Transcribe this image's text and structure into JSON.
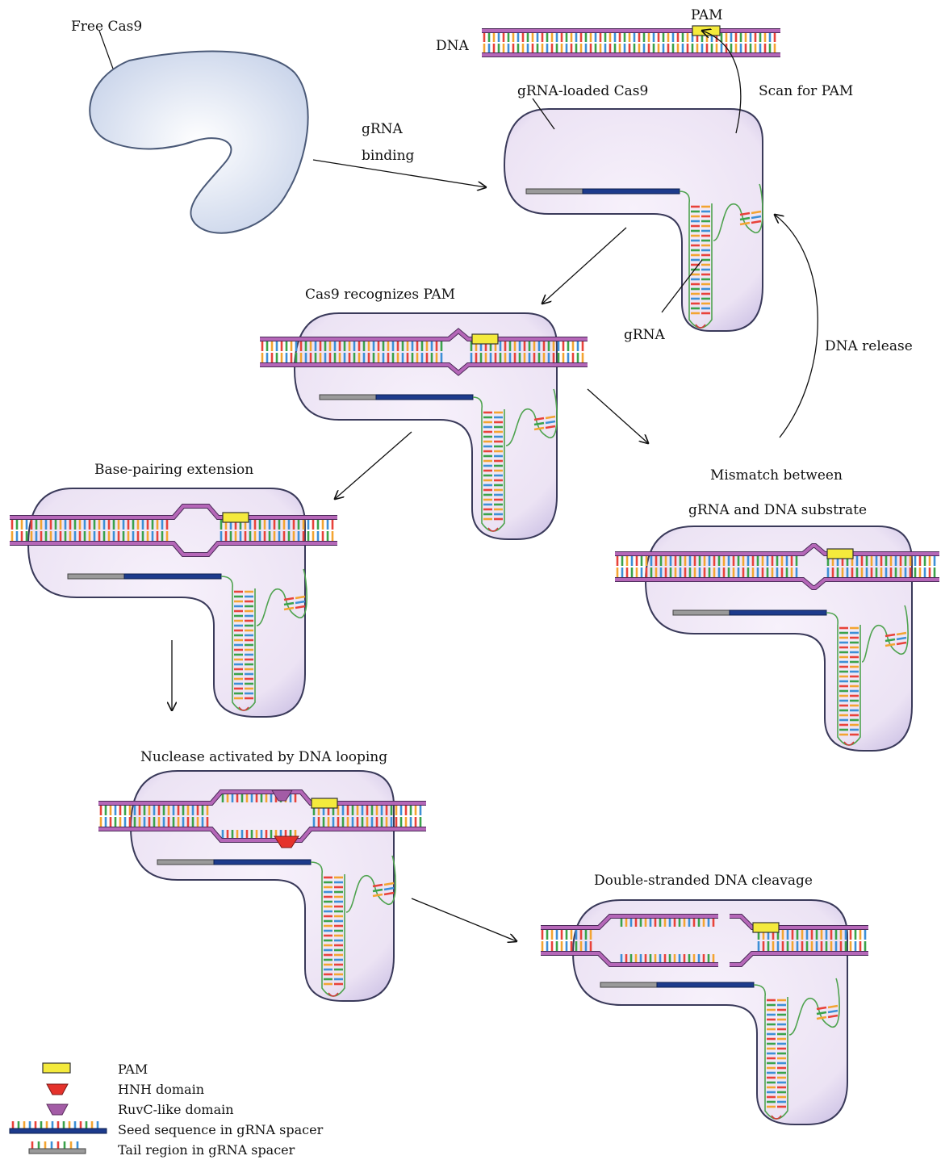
{
  "labels": {
    "free_cas9": "Free Cas9",
    "dna": "DNA",
    "pam": "PAM",
    "grna_binding_line1": "gRNA",
    "grna_binding_line2": "binding",
    "grna_loaded": "gRNA-loaded Cas9",
    "scan_for_pam": "Scan for PAM",
    "grna": "gRNA",
    "cas9_recognizes_pam": "Cas9 recognizes PAM",
    "dna_release": "DNA release",
    "base_pairing_extension": "Base-pairing extension",
    "mismatch_line1": "Mismatch between",
    "mismatch_line2": "gRNA and DNA substrate",
    "nuclease_activated": "Nuclease activated by DNA looping",
    "dsdna_cleavage": "Double-stranded DNA cleavage"
  },
  "legend": [
    {
      "symbol": "pam-box",
      "label": "PAM"
    },
    {
      "symbol": "hnh-domain",
      "label": "HNH domain"
    },
    {
      "symbol": "ruvc-domain",
      "label": "RuvC-like domain"
    },
    {
      "symbol": "seed-sequence",
      "label": "Seed sequence in gRNA spacer"
    },
    {
      "symbol": "tail-region",
      "label": "Tail region in gRNA spacer"
    }
  ],
  "colors": {
    "protein_fill": "#ede6f5",
    "protein_stroke": "#3a3a5a",
    "dna_strand": "#b567b8",
    "pam": "#f4ea3c",
    "hnh": "#e5322b",
    "ruvc": "#a35ca6",
    "seed": "#1d3b8c",
    "tail": "#9a9a9a",
    "base_colors": [
      "#e8423a",
      "#3aa24a",
      "#f3a431",
      "#3d8fd6"
    ]
  }
}
